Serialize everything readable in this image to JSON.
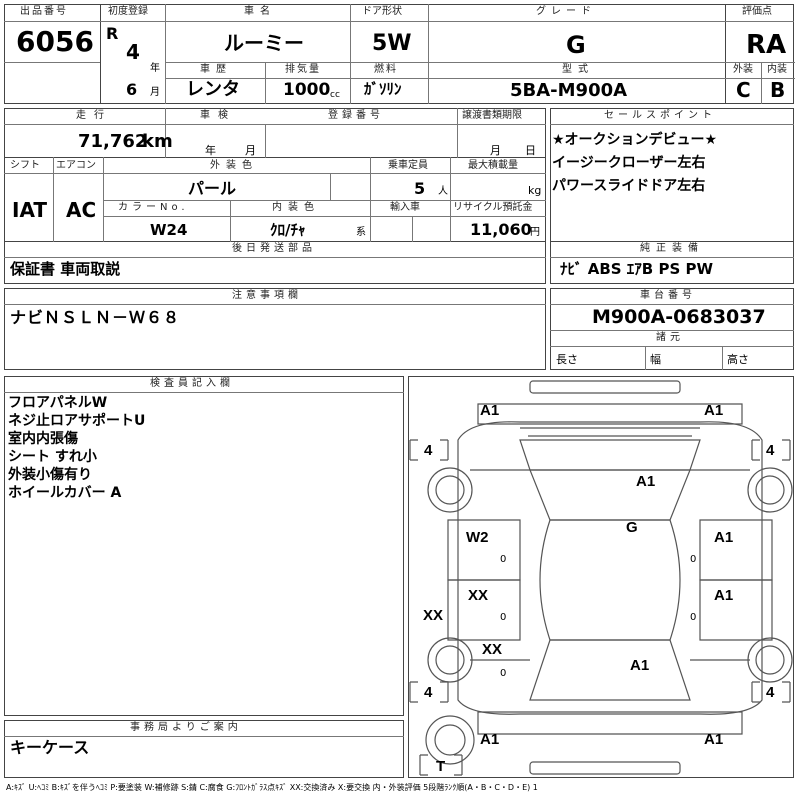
{
  "top": {
    "lot_header": "出品番号",
    "lot": "6056",
    "first_reg_header": "初度登録",
    "era": "R",
    "year": "4",
    "year_unit": "年",
    "month": "6",
    "month_unit": "月",
    "name_header": "車名",
    "name": "ルーミー",
    "history_header": "車歴",
    "history": "レンタ",
    "displacement_header": "排気量",
    "displacement": "1000",
    "displacement_unit": "cc",
    "door_header": "ドア形状",
    "door": "5W",
    "fuel_header": "燃料",
    "fuel": "ｶﾞｿﾘﾝ",
    "grade_header": "グレード",
    "grade": "G",
    "model_header": "型式",
    "model": "5BA-M900A",
    "score_header": "評価点",
    "score": "RA",
    "exterior_header": "外装",
    "exterior": "C",
    "interior_header": "内装",
    "interior": "B"
  },
  "mid": {
    "mileage_header": "走行",
    "mileage": "71,762",
    "mileage_unit": "km",
    "inspection_header": "車検",
    "insp_year_unit": "年",
    "insp_month_unit": "月",
    "reg_header": "登録番号",
    "transfer_header": "譲渡書類期限",
    "transfer_month_unit": "月",
    "transfer_day_unit": "日",
    "shift_header": "シフト",
    "shift": "IAT",
    "ac_header": "エアコン",
    "ac": "AC",
    "color_header": "外装色",
    "color": "パール",
    "capacity_header": "乗車定員",
    "capacity": "5",
    "capacity_unit": "人",
    "load_header": "最大積載量",
    "load_unit": "kg",
    "color_no_header": "カラーNo.",
    "color_no": "W24",
    "interior_color_header": "内装色",
    "interior_color": "ｸﾛ/ﾁｬ",
    "interior_color_unit": "系",
    "import_header": "輸入車",
    "recycle_header": "リサイクル預託金",
    "recycle": "11,060",
    "recycle_unit": "円",
    "sales_header": "セールスポイント",
    "sales": [
      "★オークションデビュー★",
      "イージークローザー左右",
      "パワースライドドア左右"
    ],
    "later_header": "後日発送部品",
    "later": "保証書 車両取説",
    "equip_header": "純正装備",
    "equip": "ﾅﾋﾞ ABS ｴｱB PS PW"
  },
  "notes": {
    "caution_header": "注意事項欄",
    "caution": "ナビＮＳＬＮ－Ｗ６８",
    "chassis_header": "車台番号",
    "chassis": "M900A-0683037",
    "spec_header": "諸元",
    "length": "長さ",
    "width": "幅",
    "height": "高さ",
    "inspector_header": "検査員記入欄",
    "inspector": [
      "フロアパネルW",
      "ネジ止ロアサポートU",
      "室内内張傷",
      "シート すれ小",
      "外装小傷有り",
      "ホイールカバー A"
    ],
    "office_header": "事務局よりご案内",
    "office": "キーケース"
  },
  "diagram": {
    "marks": [
      "A1",
      "A1",
      "A1",
      "G",
      "W2",
      "A1",
      "XX",
      "A1",
      "XX",
      "XX",
      "A1",
      "A1",
      "A1"
    ],
    "zeros": [
      "0",
      "0",
      "0",
      "0",
      "0"
    ],
    "tires": [
      "4",
      "4",
      "4",
      "4"
    ],
    "spare": "T"
  },
  "legend": "A:ｷｽﾞ U:ﾍｺﾐ B:ｷｽﾞを伴うﾍｺﾐ P:要塗装 W:補修跡 S:錆 C:腐食 G:ﾌﾛﾝﾄｶﾞﾗｽ点ｷｽﾞ XX:交換済み X:要交換 内・外装評価 5段階ﾗﾝｸ順(A・B・C・D・E) 1"
}
